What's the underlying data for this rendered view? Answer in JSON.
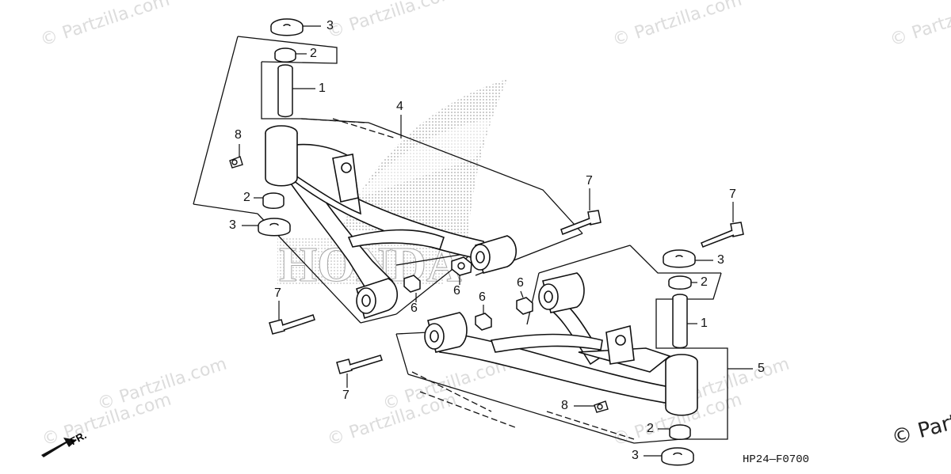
{
  "watermark": {
    "text": "© Partzilla.com",
    "corner_text": "© Partz"
  },
  "diagram_code": "HP24—F0700",
  "direction_label": "FR.",
  "callouts": {
    "a": "3",
    "b": "2",
    "c": "1",
    "d": "4",
    "e": "8",
    "f": "2",
    "g": "3",
    "h": "7",
    "i": "7",
    "j": "3",
    "k": "2",
    "l": "6",
    "m": "6",
    "n": "6",
    "o": "6",
    "p": "7",
    "q": "1",
    "r": "5",
    "s": "7",
    "t": "8",
    "u": "2",
    "v": "3"
  },
  "colors": {
    "line": "#111111",
    "part_fill": "#ffffff",
    "logo_dots": "#9a9a9a",
    "watermark": "#dcdcdc"
  },
  "icons": {
    "logo": "wing-logo-icon",
    "arrow": "front-arrow-icon"
  }
}
